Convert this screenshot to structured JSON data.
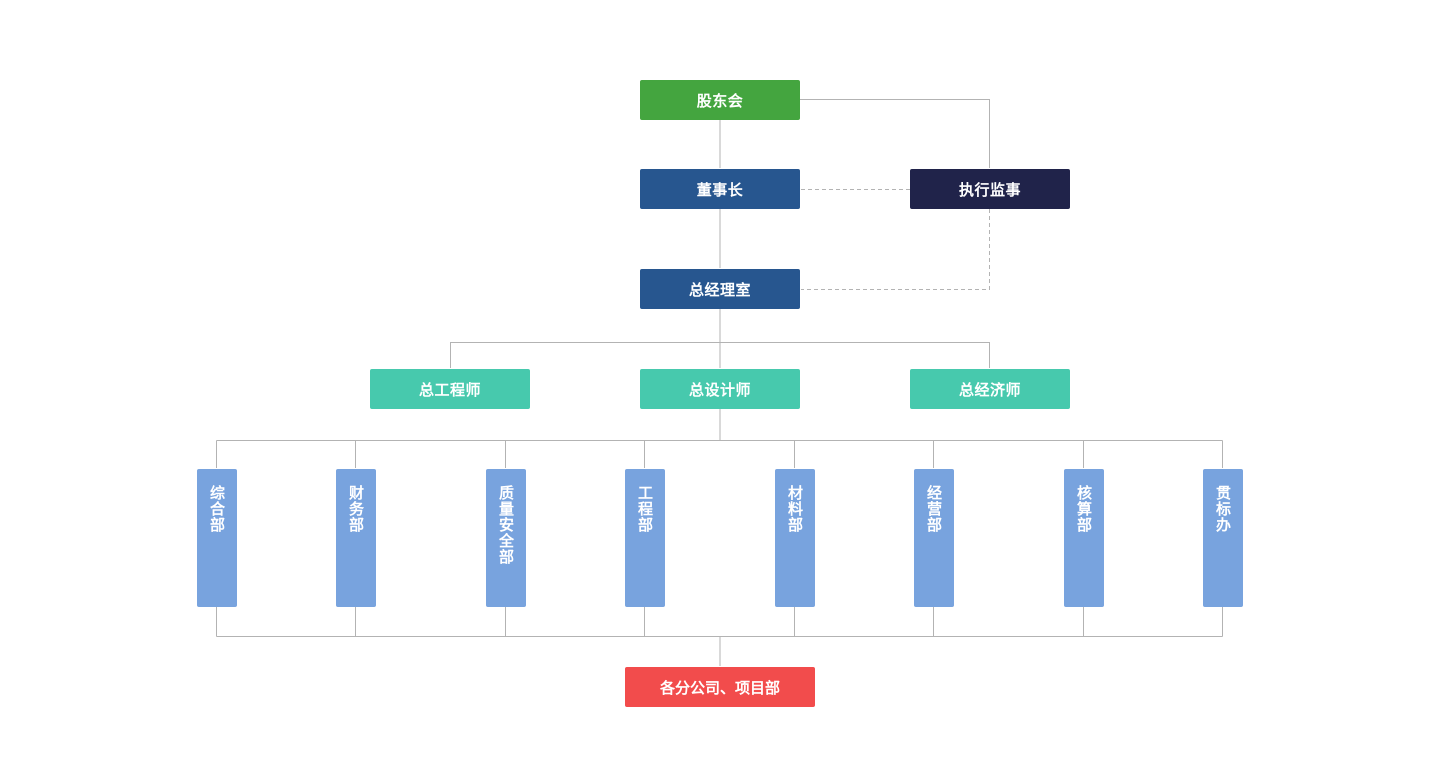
{
  "diagram": {
    "colors": {
      "top": "#44a53f",
      "main": "#27568f",
      "supervisor": "#20234a",
      "chief": "#47c9ad",
      "dept": "#78a3de",
      "bottom": "#f24c4c",
      "line": "#b3b3b3",
      "arrow": "#999999"
    },
    "nodes": {
      "shareholders": "股东会",
      "chairman": "董事长",
      "supervisor": "执行监事",
      "gm_office": "总经理室",
      "chief_engineer": "总工程师",
      "chief_designer": "总设计师",
      "chief_economist": "总经济师",
      "branches": "各分公司、项目部"
    },
    "departments": [
      "综合部",
      "财务部",
      "质量安全部",
      "工程部",
      "材料部",
      "经营部",
      "核算部",
      "贯标办"
    ]
  }
}
